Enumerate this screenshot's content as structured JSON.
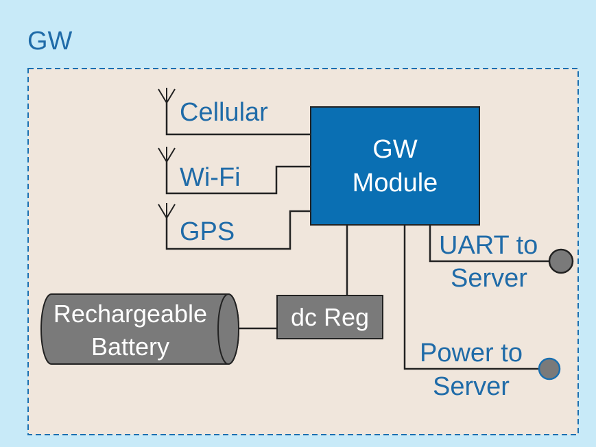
{
  "title": "GW",
  "colors": {
    "background": "#c8eaf8",
    "panel": "#f0e6dc",
    "border": "#1a6fb0",
    "label_blue": "#1f6ba8",
    "module_fill": "#0a6fb3",
    "module_text": "#ffffff",
    "grey_fill": "#7a7a7a",
    "grey_text": "#ffffff",
    "line": "#222222"
  },
  "antennas": [
    {
      "label": "Cellular"
    },
    {
      "label": "Wi-Fi"
    },
    {
      "label": "GPS"
    }
  ],
  "module": {
    "line1": "GW",
    "line2": "Module"
  },
  "battery": {
    "line1": "Rechargeable",
    "line2": "Battery"
  },
  "regulator": {
    "label": "dc Reg"
  },
  "outputs": {
    "uart": {
      "line1": "UART to",
      "line2": "Server"
    },
    "power": {
      "line1": "Power to",
      "line2": "Server"
    }
  }
}
